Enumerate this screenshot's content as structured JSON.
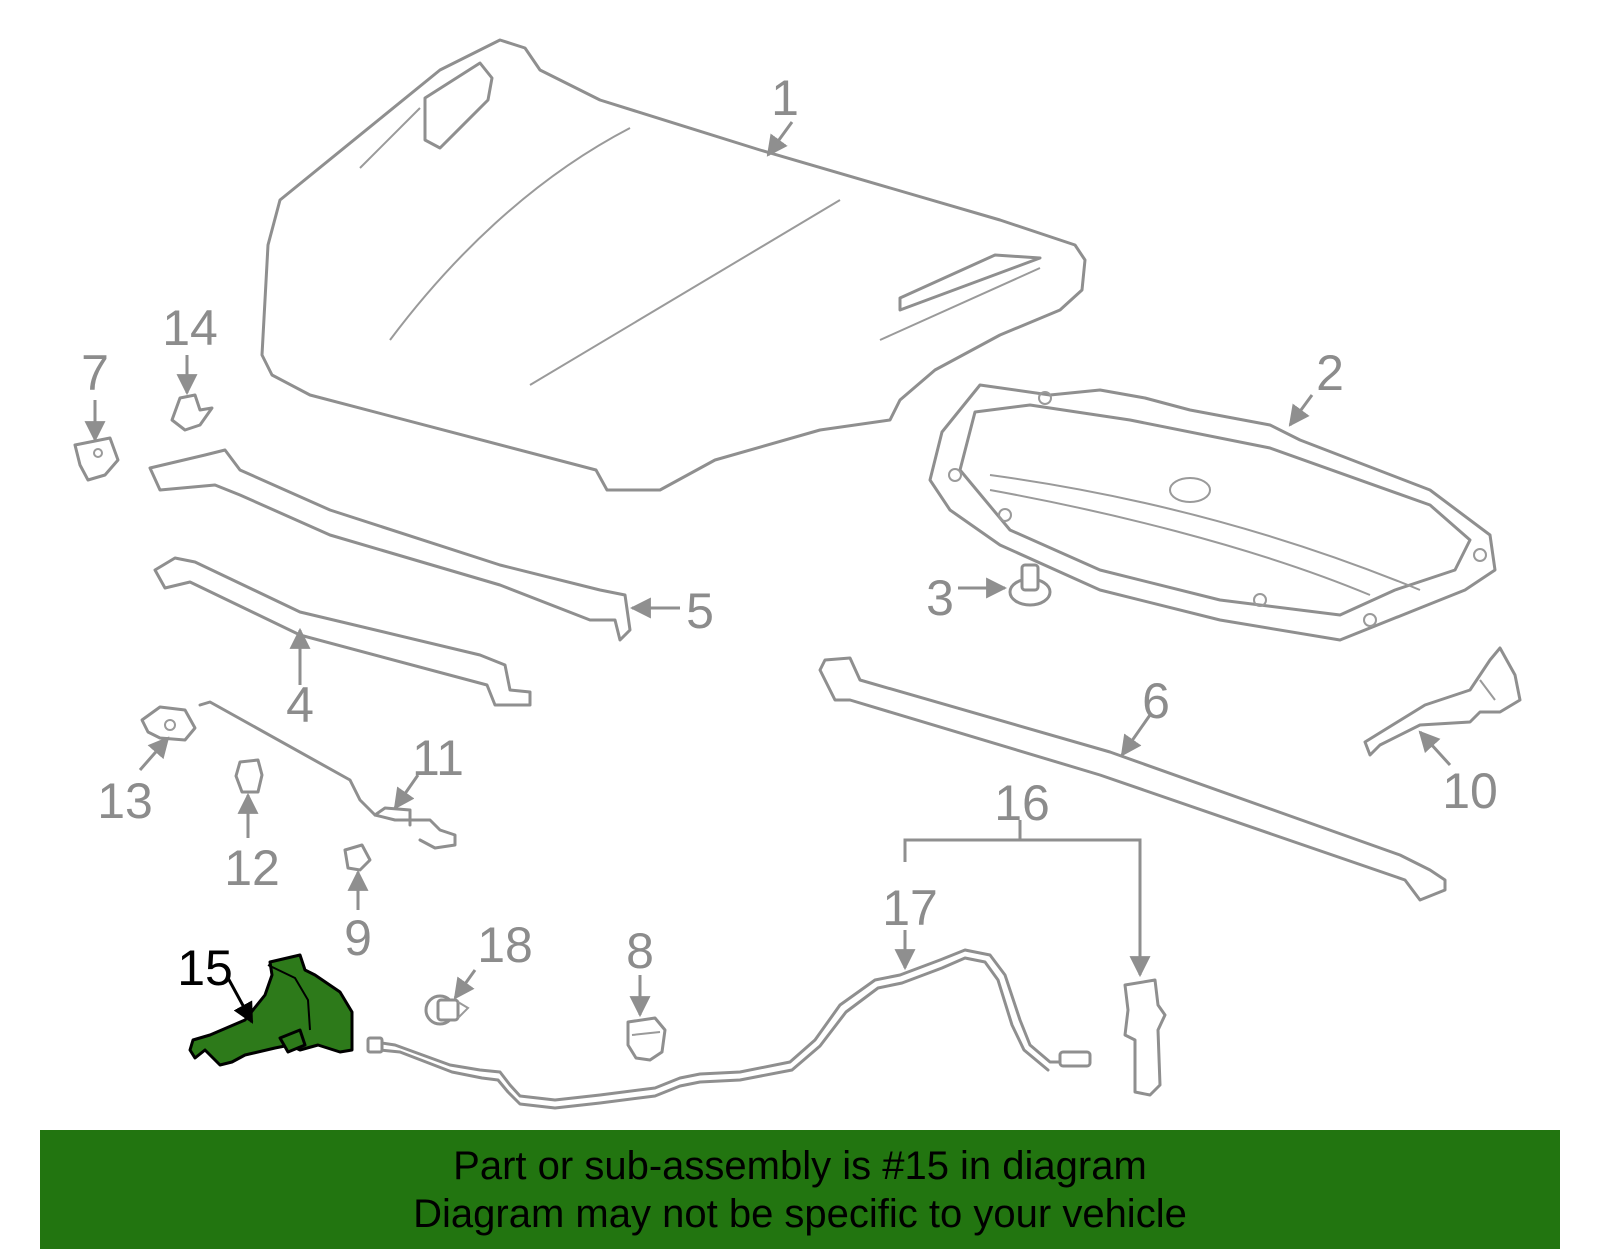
{
  "highlight_color": "#2d7a1a",
  "banner_color": "#227510",
  "callouts": {
    "c1": "1",
    "c2": "2",
    "c3": "3",
    "c4": "4",
    "c5": "5",
    "c6": "6",
    "c7": "7",
    "c8": "8",
    "c9": "9",
    "c10": "10",
    "c11": "11",
    "c12": "12",
    "c13": "13",
    "c14": "14",
    "c15": "15",
    "c16": "16",
    "c17": "17",
    "c18": "18"
  },
  "highlighted_part": "15",
  "banner": {
    "line1": "Part or sub-assembly is #15 in diagram",
    "line2": "Diagram may not be specific to your vehicle"
  }
}
